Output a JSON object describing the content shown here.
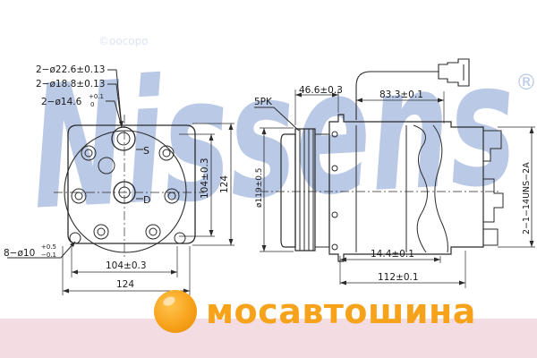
{
  "watermark": {
    "brand": "Nissens",
    "registered": "®",
    "faint_text": "©oocopo"
  },
  "colors": {
    "line": "#2a2a2a",
    "watermark": "#b9c9e6",
    "band": "#f3dde3",
    "logo_orange": "#f7a21b"
  },
  "labels": {
    "bore_1": "2−ø22.6±0.13",
    "bore_2": "2−ø18.8±0.13",
    "bore_3": "2−ø14.6",
    "bore_3_tol_top": "+0.1",
    "bore_3_tol_bottom": "0",
    "port_s": "S",
    "port_d": "D",
    "mount_holes": "8−ø10",
    "mount_tol_top": "+0.5",
    "mount_tol_bottom": "−0.1",
    "front_dim_inner_w": "104±0.3",
    "front_dim_outer_w": "124",
    "front_dim_inner_h": "104±0.3",
    "front_dim_outer_h": "124",
    "pulley_type": "5PK",
    "pulley_dia": "ø119±0.5",
    "side_dim_46": "46.6±0.3",
    "side_dim_83": "83.3±0.1",
    "side_dim_14": "14.4±0.1",
    "side_dim_112": "112±0.1",
    "thread": "2−1−14UNS−2A"
  },
  "logo": {
    "text": "мосавтошина",
    "text_color": "#f7a21b"
  }
}
